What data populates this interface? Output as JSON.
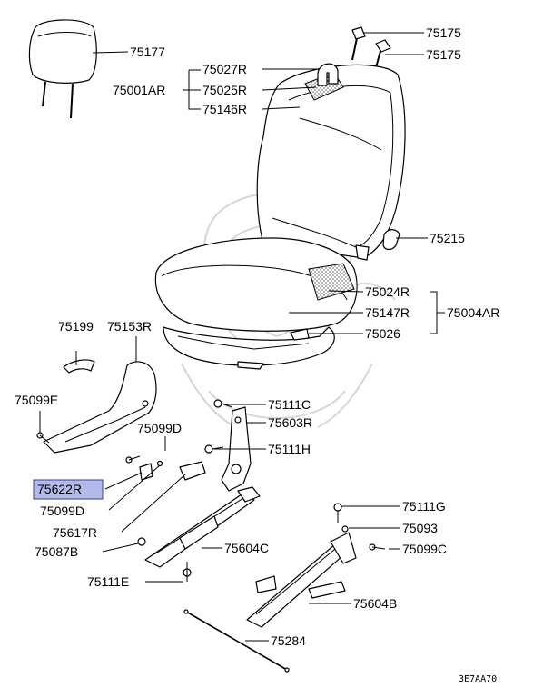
{
  "diagram_code": "3E7AA70",
  "highlighted_part": "75622R",
  "labels": {
    "p75177": "75177",
    "p75175a": "75175",
    "p75175b": "75175",
    "p75027R": "75027R",
    "p75001AR": "75001AR",
    "p75025R": "75025R",
    "p75146R": "75146R",
    "p75215": "75215",
    "p75024R": "75024R",
    "p75147R": "75147R",
    "p75004AR": "75004AR",
    "p75026": "75026",
    "p75199": "75199",
    "p75153R": "75153R",
    "p75099E": "75099E",
    "p75111C": "75111C",
    "p75603R": "75603R",
    "p75099D_top": "75099D",
    "p75111H": "75111H",
    "p75622R": "75622R",
    "p75099D": "75099D",
    "p75617R": "75617R",
    "p75111G": "75111G",
    "p75093": "75093",
    "p75604C": "75604C",
    "p75087B": "75087B",
    "p75099C": "75099C",
    "p75111E": "75111E",
    "p75604B": "75604B",
    "p75284": "75284"
  }
}
